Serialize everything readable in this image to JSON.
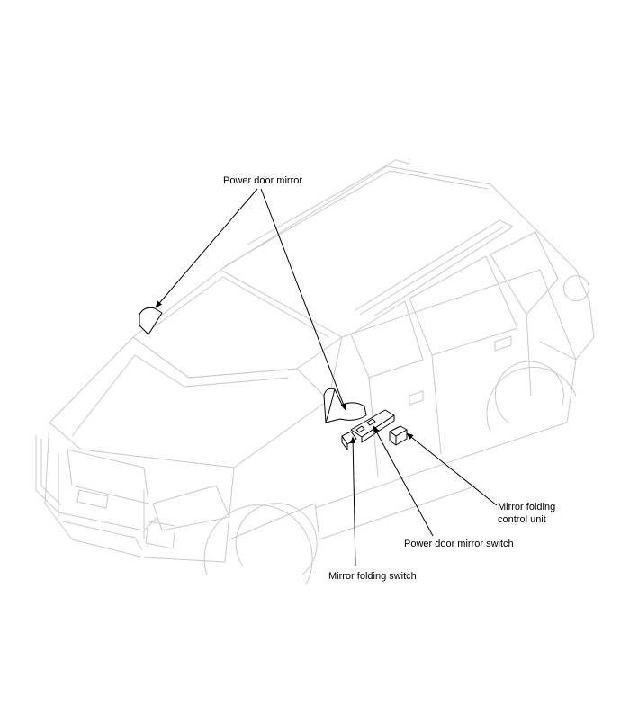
{
  "labels": {
    "power_door_mirror": "Power door mirror",
    "mirror_folding_control_unit_line1": "Mirror folding",
    "mirror_folding_control_unit_line2": "control unit",
    "power_door_mirror_switch": "Power door mirror switch",
    "mirror_folding_switch": "Mirror folding switch"
  },
  "colors": {
    "car_outline": "#c9c9c9",
    "parts_outline": "#000000",
    "text": "#000000",
    "background": "#ffffff"
  }
}
